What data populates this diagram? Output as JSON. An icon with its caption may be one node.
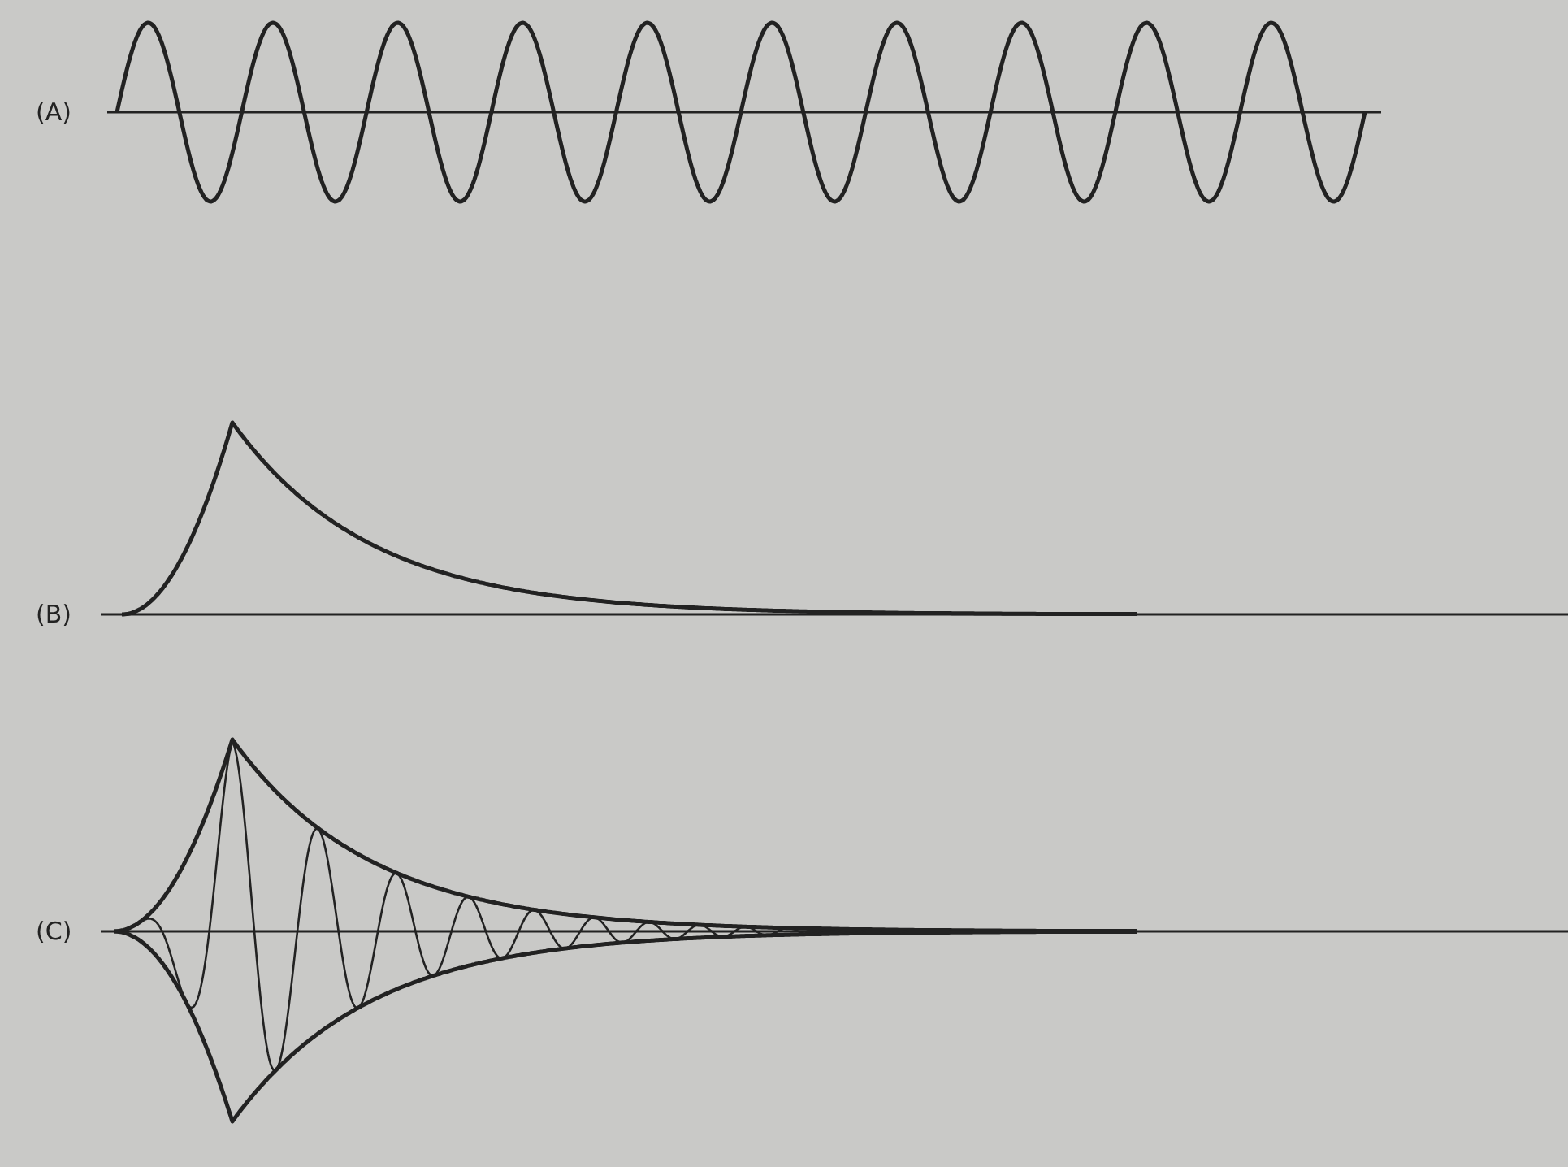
{
  "diagram": {
    "labels": [
      "(A)",
      "(B)",
      "(C)"
    ]
  }
}
